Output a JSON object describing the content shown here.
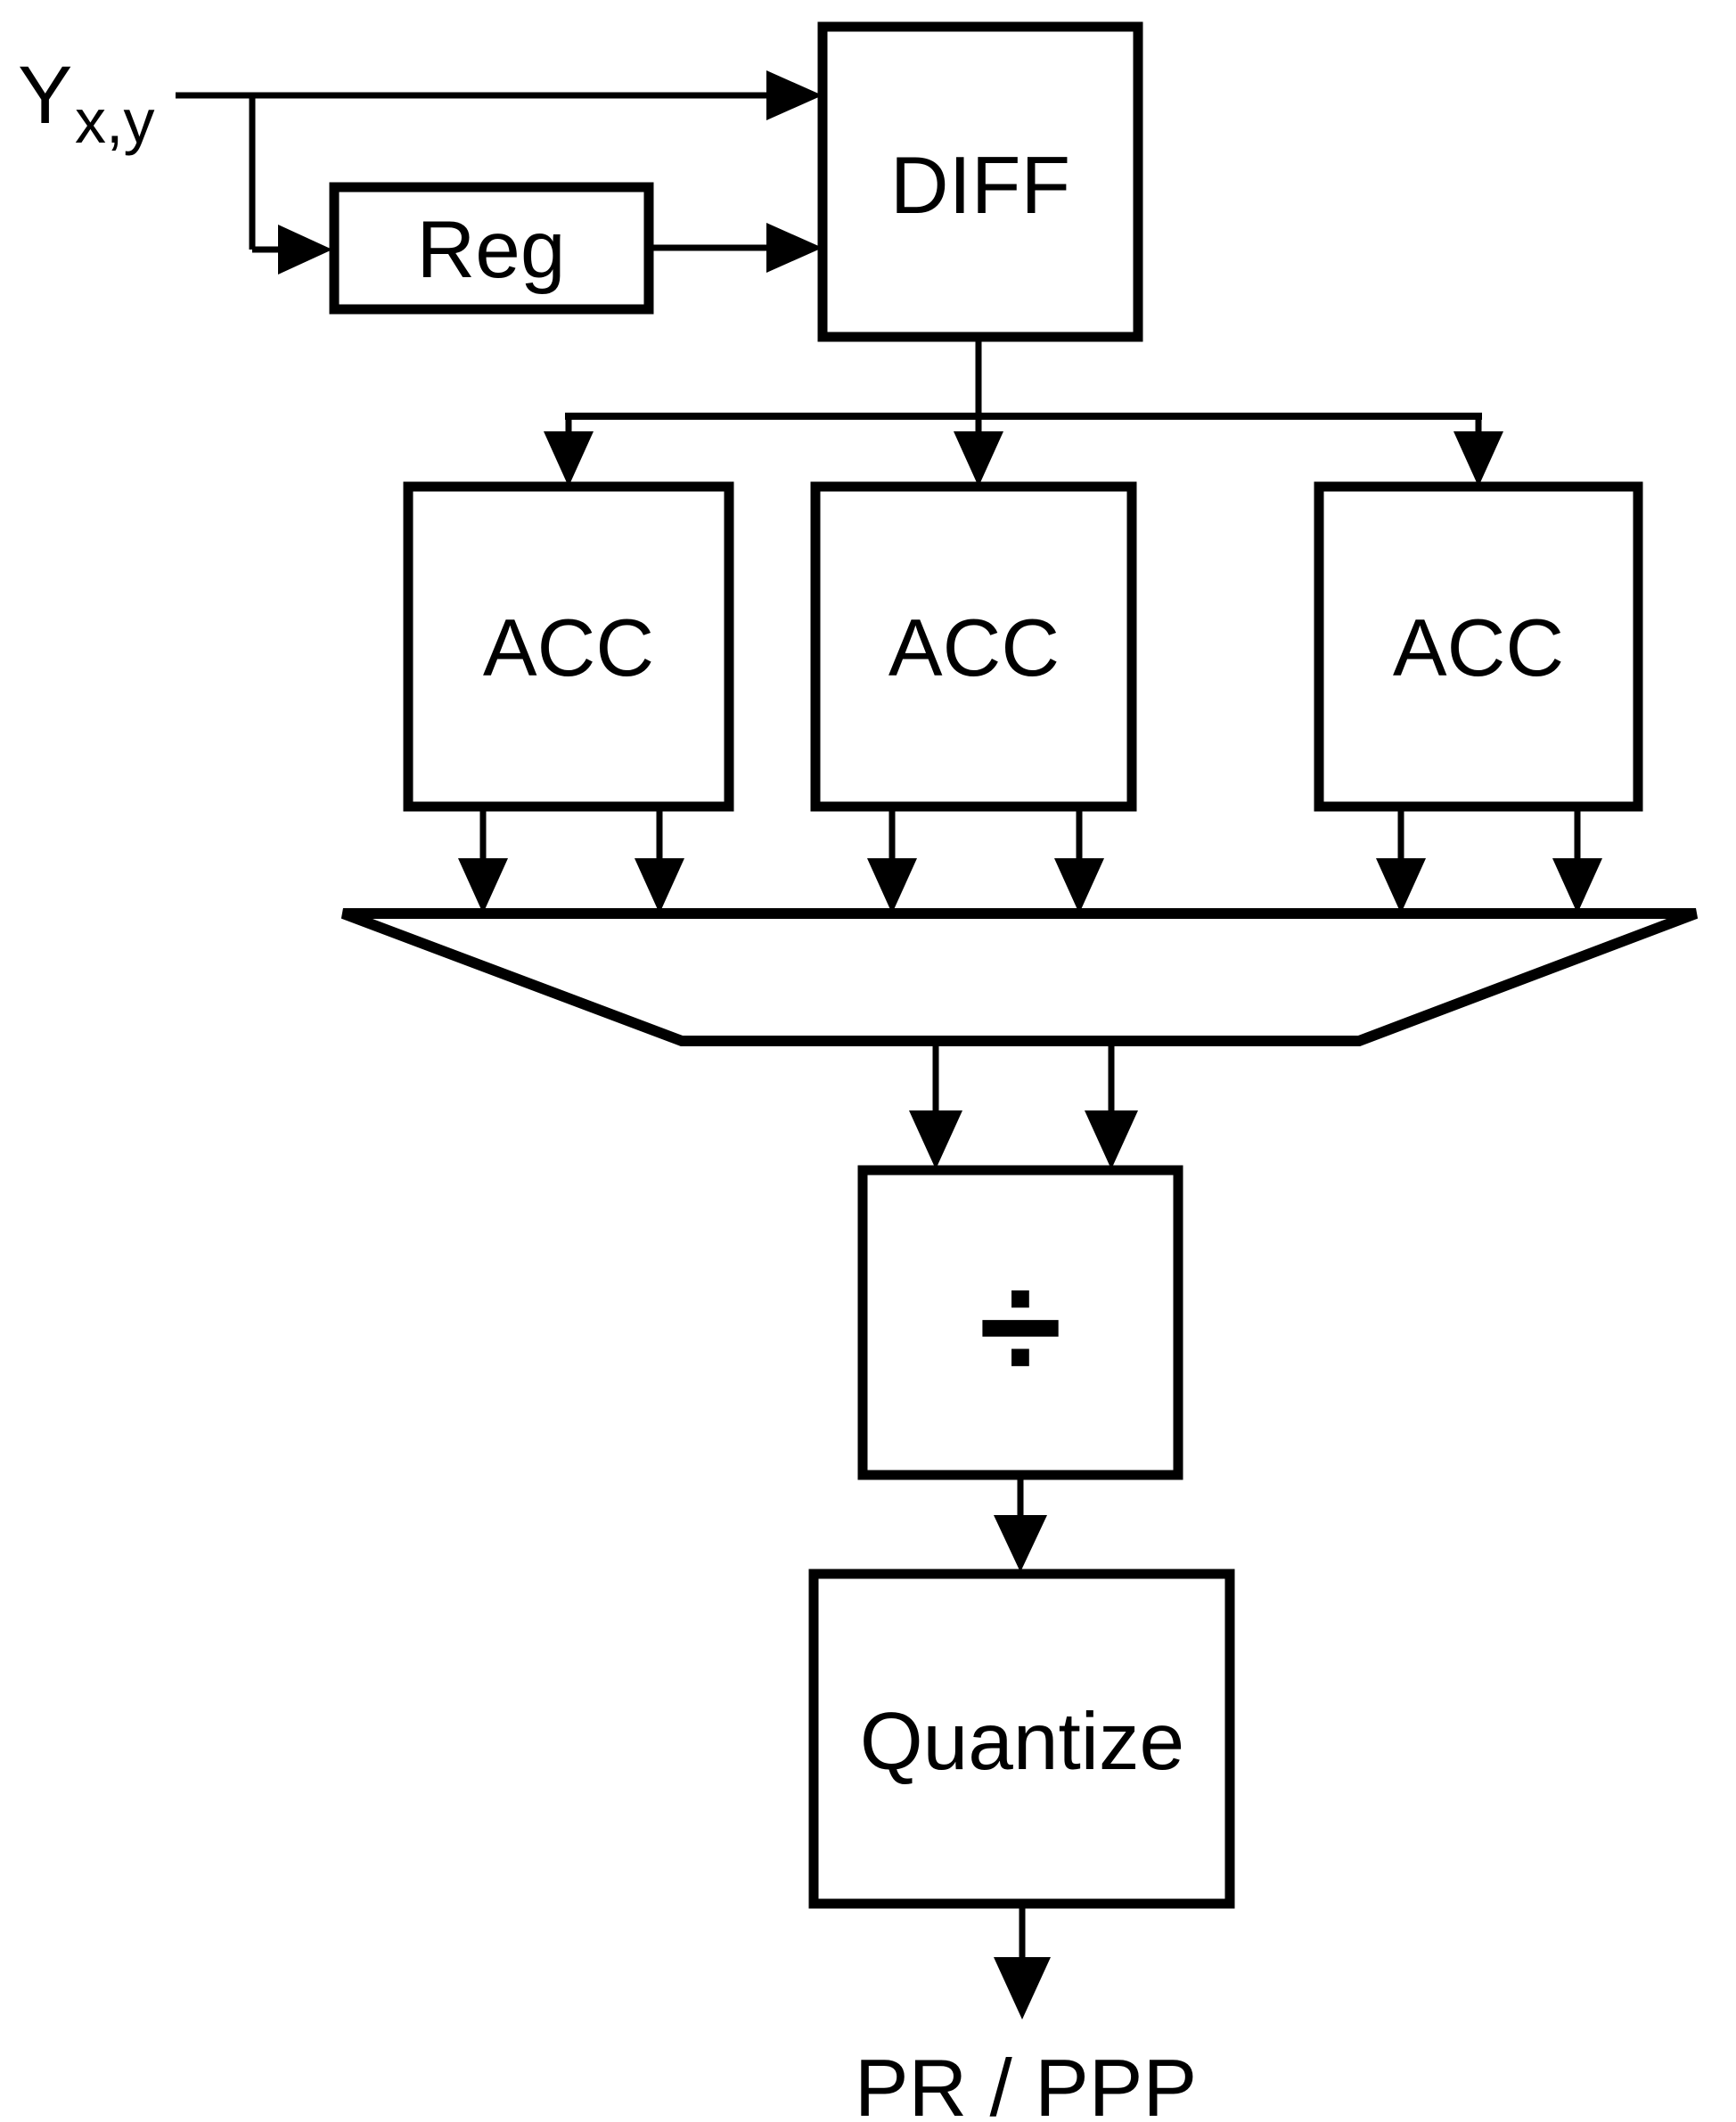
{
  "diagram": {
    "input": {
      "base": "Y",
      "subscript": "x,y"
    },
    "blocks": {
      "reg": "Reg",
      "diff": "DIFF",
      "acc": [
        "ACC",
        "ACC",
        "ACC"
      ],
      "divide": "÷",
      "quantize": "Quantize"
    },
    "output_label": "PR / PPP",
    "colors": {
      "ink": "#000000",
      "background": "#ffffff"
    }
  }
}
